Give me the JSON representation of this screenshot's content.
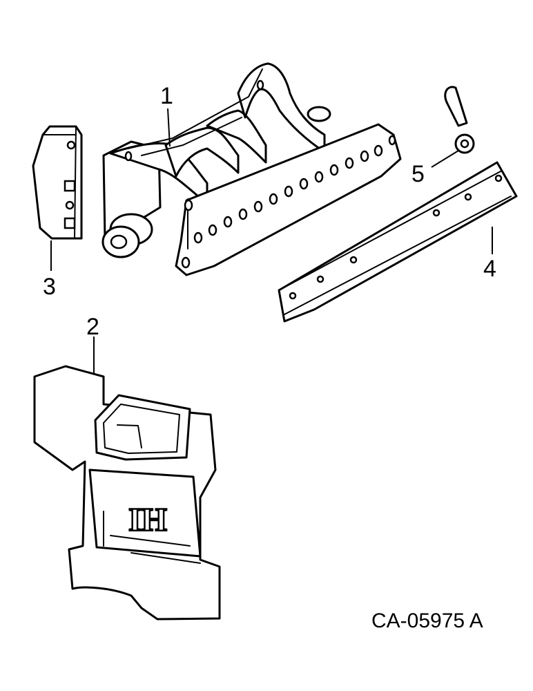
{
  "callouts": {
    "c1": "1",
    "c2": "2",
    "c3": "3",
    "c4": "4",
    "c5": "5"
  },
  "figure_code": "CA-05975 A",
  "logo_text": "IH",
  "colors": {
    "ink": "#000000",
    "paper": "#ffffff"
  }
}
